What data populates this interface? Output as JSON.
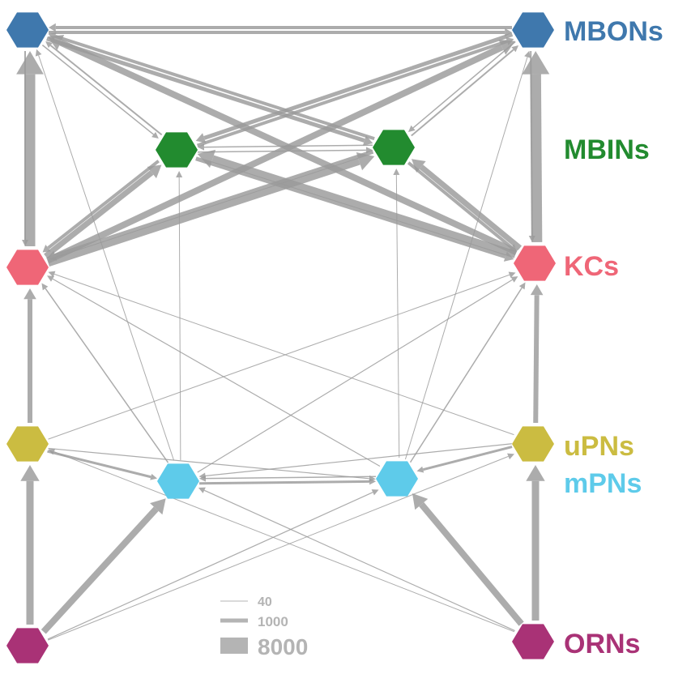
{
  "groups": [
    {
      "id": "MBON",
      "label": "MBONs",
      "color": "#3f78ad"
    },
    {
      "id": "MBIN",
      "label": "MBINs",
      "color": "#228b2f"
    },
    {
      "id": "KC",
      "label": "KCs",
      "color": "#ef6677"
    },
    {
      "id": "uPN",
      "label": "uPNs",
      "color": "#cbbc41"
    },
    {
      "id": "mPN",
      "label": "mPNs",
      "color": "#5ecbea"
    },
    {
      "id": "ORN",
      "label": "ORNs",
      "color": "#a93276"
    }
  ],
  "edge_color": "#9a9a9a",
  "legend": {
    "items": [
      "40",
      "1000",
      "8000"
    ]
  }
}
